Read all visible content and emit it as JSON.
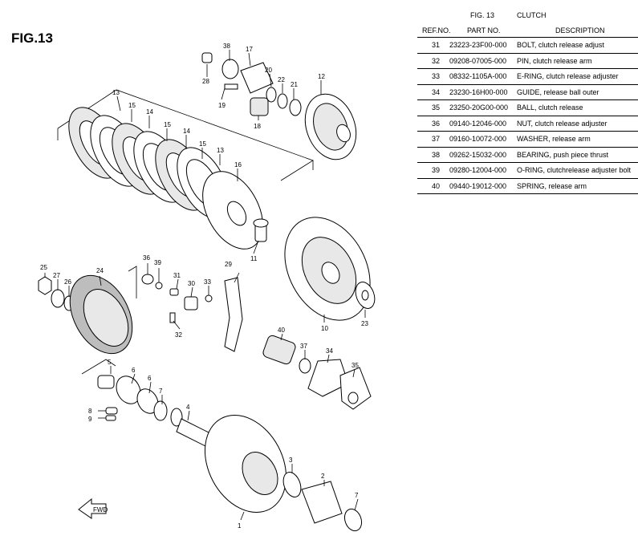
{
  "figure_label": "FIG.13",
  "table": {
    "fig_caption": "FIG. 13",
    "name_caption": "CLUTCH",
    "headers": {
      "ref": "REF.NO.",
      "part": "PART NO.",
      "desc": "DESCRIPTION"
    },
    "rows": [
      {
        "ref": "31",
        "part": "23223-23F00-000",
        "desc": "BOLT, clutch release adjust"
      },
      {
        "ref": "32",
        "part": "09208-07005-000",
        "desc": "PIN, clutch release arm"
      },
      {
        "ref": "33",
        "part": "08332-1105A-000",
        "desc": "E-RING, clutch release adjuster"
      },
      {
        "ref": "34",
        "part": "23230-16H00-000",
        "desc": "GUIDE, release ball outer"
      },
      {
        "ref": "35",
        "part": "23250-20G00-000",
        "desc": "BALL, clutch release"
      },
      {
        "ref": "36",
        "part": "09140-12046-000",
        "desc": "NUT, clutch release adjuster"
      },
      {
        "ref": "37",
        "part": "09160-10072-000",
        "desc": "WASHER, release arm"
      },
      {
        "ref": "38",
        "part": "09262-15032-000",
        "desc": "BEARING, push piece thrust"
      },
      {
        "ref": "39",
        "part": "09280-12004-000",
        "desc": "O-RING, clutchrelease adjuster bolt"
      },
      {
        "ref": "40",
        "part": "09440-19012-000",
        "desc": "SPRING, release arm"
      }
    ]
  },
  "callouts": {
    "c1": "1",
    "c2": "2",
    "c3": "3",
    "c4": "4",
    "c5": "5",
    "c6": "6",
    "c7a": "7",
    "c7b": "7",
    "c8": "8",
    "c9": "9",
    "c10": "10",
    "c11": "11",
    "c12": "12",
    "c13a": "13",
    "c13b": "13",
    "c14a": "14",
    "c14b": "14",
    "c15a": "15",
    "c15b": "15",
    "c16": "16",
    "c17": "17",
    "c18": "18",
    "c19": "19",
    "c20": "20",
    "c21": "21",
    "c22": "22",
    "c23": "23",
    "c24": "24",
    "c25": "25",
    "c26": "26",
    "c27": "27",
    "c28": "28",
    "c29": "29",
    "c30": "30",
    "c31": "31",
    "c32": "32",
    "c33": "33",
    "c34": "34",
    "c35": "35",
    "c36": "36",
    "c37": "37",
    "c38": "38",
    "c39": "39",
    "c40": "40"
  },
  "front_marker": "FWD"
}
